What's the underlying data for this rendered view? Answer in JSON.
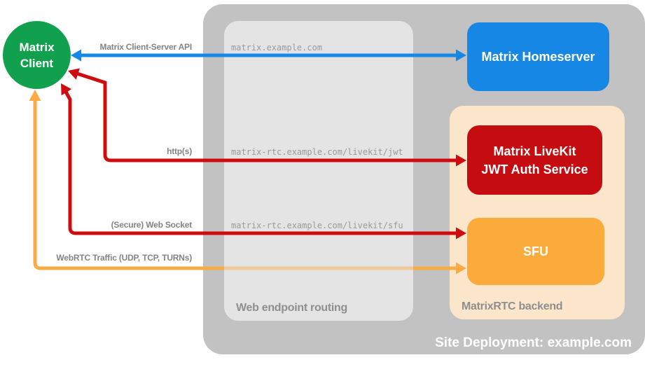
{
  "title": {
    "text": "Site Deployment: example.com"
  },
  "containers": {
    "web_endpoint_routing": {
      "label": "Web endpoint routing",
      "color": "#e4e4e4"
    },
    "matrixrtc_backend": {
      "label": "MatrixRTC backend",
      "color": "#fce6cb"
    },
    "site_deployment": {
      "color": "#c2c2c2"
    }
  },
  "nodes": {
    "matrix_client": {
      "line1": "Matrix",
      "line2": "Client",
      "color": "#11a14e"
    },
    "matrix_homeserver": {
      "label": "Matrix Homeserver",
      "color": "#1787e6"
    },
    "jwt_auth_service": {
      "line1": "Matrix LiveKit",
      "line2": "JWT Auth Service",
      "color": "#c50d11"
    },
    "sfu": {
      "label": "SFU",
      "color": "#fbaa3c"
    }
  },
  "edges": {
    "client_server_api": {
      "label": "Matrix Client-Server API",
      "route": "matrix.example.com",
      "from": "Matrix Client",
      "to": "Matrix Homeserver",
      "color": "#1787e6",
      "bidirectional": true
    },
    "https": {
      "label": "http(s)",
      "route": "matrix-rtc.example.com/livekit/jwt",
      "from": "Matrix Client",
      "to": "Matrix LiveKit JWT Auth Service",
      "color": "#d00b10",
      "bidirectional": true
    },
    "websocket": {
      "label": "(Secure) Web Socket",
      "route": "matrix-rtc.example.com/livekit/sfu",
      "from": "Matrix Client",
      "to": "SFU",
      "color": "#d00b10",
      "bidirectional": true
    },
    "webrtc": {
      "label": "WebRTC Traffic (UDP, TCP, TURNs)",
      "from": "Matrix Client",
      "to": "SFU",
      "color": "#fbab44",
      "bidirectional": true
    }
  }
}
